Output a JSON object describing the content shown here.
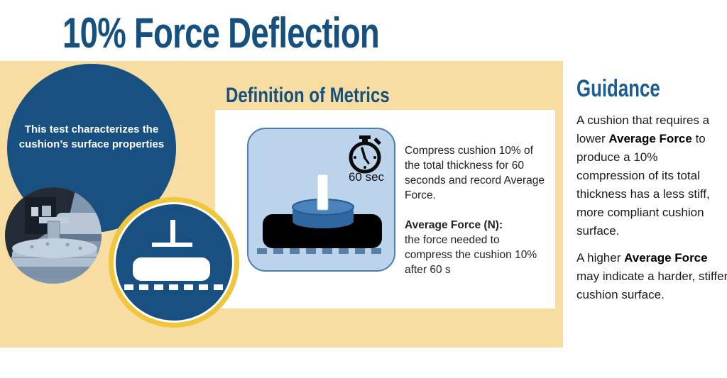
{
  "title": "10% Force Deflection",
  "intro_circle": {
    "text": "This test characterizes the cushion’s surface properties"
  },
  "definition": {
    "heading": "Definition of Metrics",
    "timer_label": "60 sec",
    "description": "Compress cushion 10% of the total thickness for 60 seconds and record Average Force.",
    "term": "Average Force (N):",
    "term_definition": "the force needed to compress the cushion 10% after 60 s"
  },
  "guidance": {
    "heading": "Guidance",
    "p1_before": "A cushion that requires a lower ",
    "p1_bold": "Average Force",
    "p1_after": " to produce a 10% compression of its total thickness has a less stiff, more compliant cushion surface.",
    "p2_before": "A higher ",
    "p2_bold": "Average Force",
    "p2_after": " may indicate a harder, stiffer cushion surface."
  },
  "icons": {
    "stopwatch-icon": "stopwatch timer",
    "compression-indenter-icon": "indenter plate pressing a cushion",
    "cushion-press-icon": "indenter disc compressing cushion on test bed",
    "test-machine-photo": "photo of cushion force-deflection test machine"
  },
  "colors": {
    "heading_blue": "#15507F",
    "circle_blue": "#175081",
    "panel_tan": "#F7DDA2",
    "ring_gold": "#F0C63C",
    "icon_box_fill": "#BCD4EB",
    "icon_box_border": "#4D7CAE"
  }
}
